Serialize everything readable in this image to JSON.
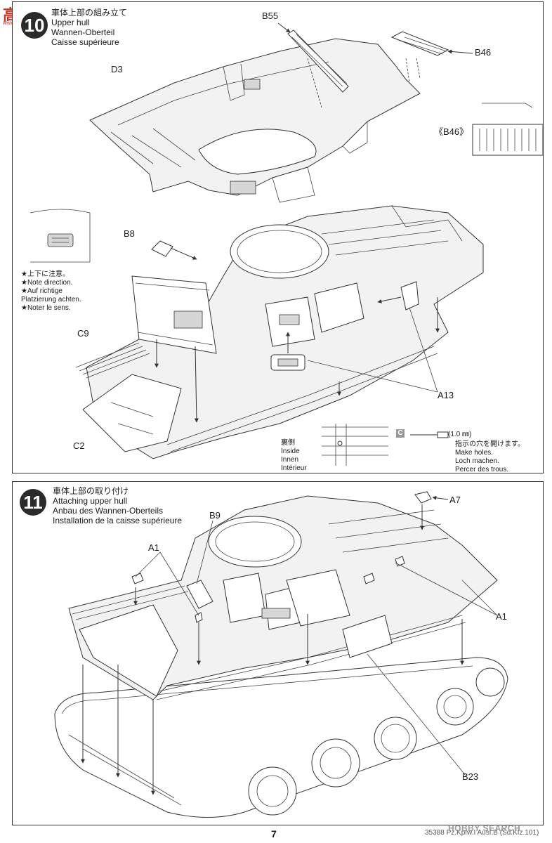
{
  "watermark": {
    "logo_text": "高手",
    "url": "www.moxing.net"
  },
  "step10": {
    "number": "10",
    "title_jp": "車体上部の組み立て",
    "title_en": "Upper hull",
    "title_de": "Wannen-Oberteil",
    "title_fr": "Caisse supérieure",
    "labels": {
      "b55": "B55",
      "b46": "B46",
      "b46_detail": "《B46》",
      "d3": "D3",
      "b8": "B8",
      "c9": "C9",
      "a13": "A13",
      "c2": "C2"
    },
    "note": {
      "jp": "★上下に注意。",
      "en": "★Note direction.",
      "de": "★Auf richtige",
      "de2": "Platzierung achten.",
      "fr": "★Noter le sens."
    },
    "inside": {
      "jp": "裏側",
      "en": "Inside",
      "de": "Innen",
      "fr": "Intérieur"
    },
    "drill": {
      "callout": "C",
      "size": "(1.0 ㎜)",
      "jp": "指示の穴を開けます。",
      "en": "Make holes.",
      "de": "Loch machen.",
      "fr": "Percer des trous."
    }
  },
  "step11": {
    "number": "11",
    "title_jp": "車体上部の取り付け",
    "title_en": "Attaching upper hull",
    "title_de": "Anbau des Wannen-Oberteils",
    "title_fr": "Installation de la caisse supérieure",
    "labels": {
      "a7": "A7",
      "b9": "B9",
      "a1_left": "A1",
      "a1_right": "A1",
      "b23": "B23"
    }
  },
  "footer": {
    "page_number": "7",
    "code": "35388 Pz.Kpfw.I Ausf.B (Sd.Kfz.101)",
    "watermark": "HOBBY SEARCH"
  }
}
